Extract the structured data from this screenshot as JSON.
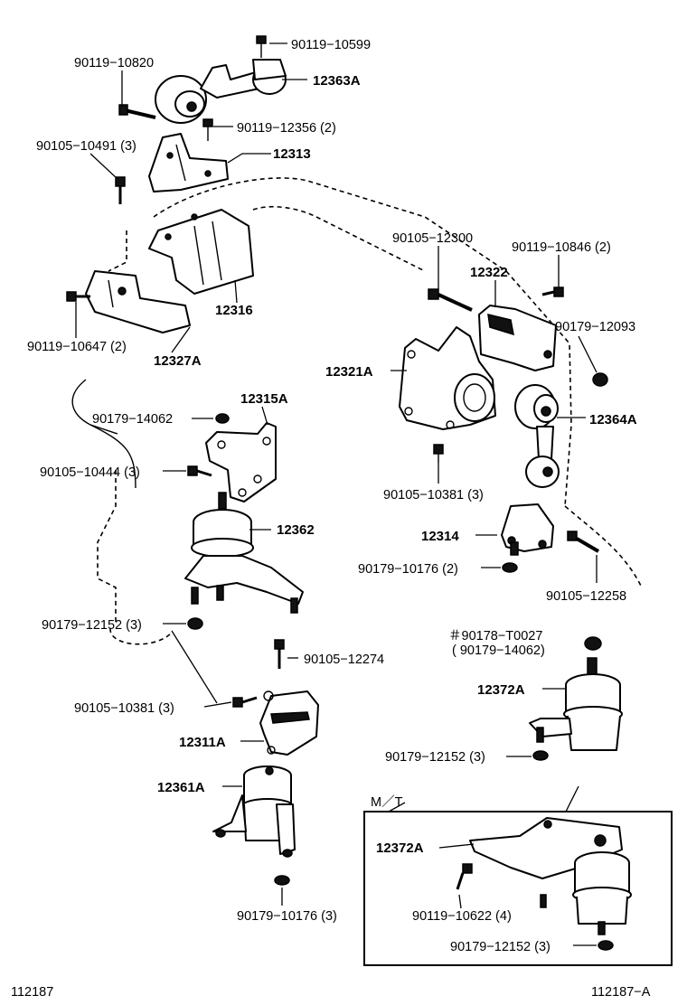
{
  "labels": {
    "p_90119_10599": "90119−10599",
    "p_90119_10820": "90119−10820",
    "p_12363A": "12363A",
    "p_90119_12356": "90119−12356 (2)",
    "p_90105_10491": "90105−10491 (3)",
    "p_12313": "12313",
    "p_90105_12300": "90105−12300",
    "p_90119_10846": "90119−10846 (2)",
    "p_12322": "12322",
    "p_12316": "12316",
    "p_90179_12093": "90179−12093",
    "p_90119_10647": "90119−10647 (2)",
    "p_12327A": "12327A",
    "p_12321A": "12321A",
    "p_12315A": "12315A",
    "p_90179_14062": "90179−14062",
    "p_12364A": "12364A",
    "p_90105_10444": "90105−10444 (3)",
    "p_90105_10381_a": "90105−10381 (3)",
    "p_12362": "12362",
    "p_12314": "12314",
    "p_90179_10176_a": "90179−10176 (2)",
    "p_90105_12258": "90105−12258",
    "p_90179_12152_a": "90179−12152 (3)",
    "p_90178_T0027": "＃90178−T0027",
    "p_90179_14062_b": "( 90179−14062)",
    "p_90105_12274": "90105−12274",
    "p_12372A_a": "12372A",
    "p_90105_10381_b": "90105−10381 (3)",
    "p_12311A": "12311A",
    "p_90179_12152_b": "90179−12152 (3)",
    "p_12361A": "12361A",
    "p_mt": "M／T",
    "p_12372A_b": "12372A",
    "p_90119_10622": "90119−10622 (4)",
    "p_90179_10176_b": "90179−10176 (3)",
    "p_90179_12152_c": "90179−12152 (3)",
    "fig_left": "112187",
    "fig_right": "112187−A"
  }
}
